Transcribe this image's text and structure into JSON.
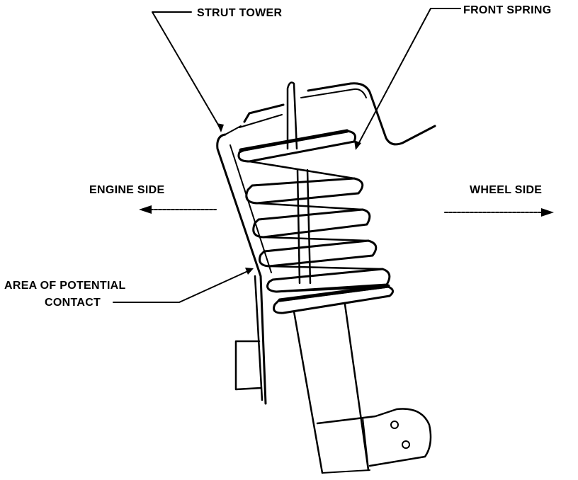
{
  "labels": {
    "strut_tower": "STRUT TOWER",
    "front_spring": "FRONT SPRING",
    "engine_side": "ENGINE SIDE",
    "wheel_side": "WHEEL SIDE",
    "contact_line1": "AREA OF POTENTIAL",
    "contact_line2": "CONTACT"
  },
  "colors": {
    "ink": "#000000",
    "background": "#ffffff"
  }
}
